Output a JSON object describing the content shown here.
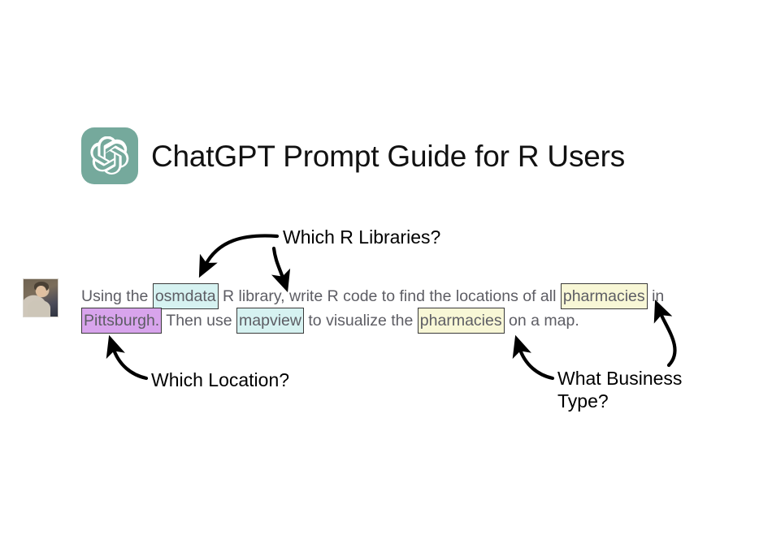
{
  "slide": {
    "background_color": "#ffffff",
    "logo": {
      "icon": "openai-logo-icon",
      "tile_color": "#75a99c",
      "mark_color": "#ffffff"
    },
    "title": "ChatGPT Prompt Guide for R Users"
  },
  "conversation": {
    "avatar": {
      "icon": "user-avatar-photo",
      "alt": "user avatar photo"
    },
    "prompt": {
      "text_color": "#5d5d64",
      "full_text": "Using the osmdata R library, write R code to find the locations of all pharmacies in Pittsburgh. Then use mapview to visualize the pharmacies on a map.",
      "line1": {
        "seg1": "Using the ",
        "hl_osmdata": "osmdata",
        "seg2": " R library, write R code to find the locations of all ",
        "hl_pharmacies1": "pharmacies",
        "seg3": " in"
      },
      "line2": {
        "hl_pittsburgh": "Pittsburgh.",
        "seg1": " Then use ",
        "hl_mapview": "mapview",
        "seg2": " to visualize the ",
        "hl_pharmacies2": "pharmacies",
        "seg3": " on a map."
      }
    }
  },
  "highlights": {
    "library_color": "#d6f2f1",
    "location_color": "#d8a4ec",
    "business_color": "#f8f7d6",
    "border_color": "#3a3a3a"
  },
  "annotations": [
    {
      "id": "libraries",
      "label": "Which R Libraries?",
      "points_to": [
        "osmdata",
        "mapview"
      ]
    },
    {
      "id": "location",
      "label": "Which Location?",
      "points_to": [
        "Pittsburgh."
      ]
    },
    {
      "id": "business",
      "label": "What Business\nType?",
      "points_to": [
        "pharmacies",
        "pharmacies"
      ]
    }
  ]
}
